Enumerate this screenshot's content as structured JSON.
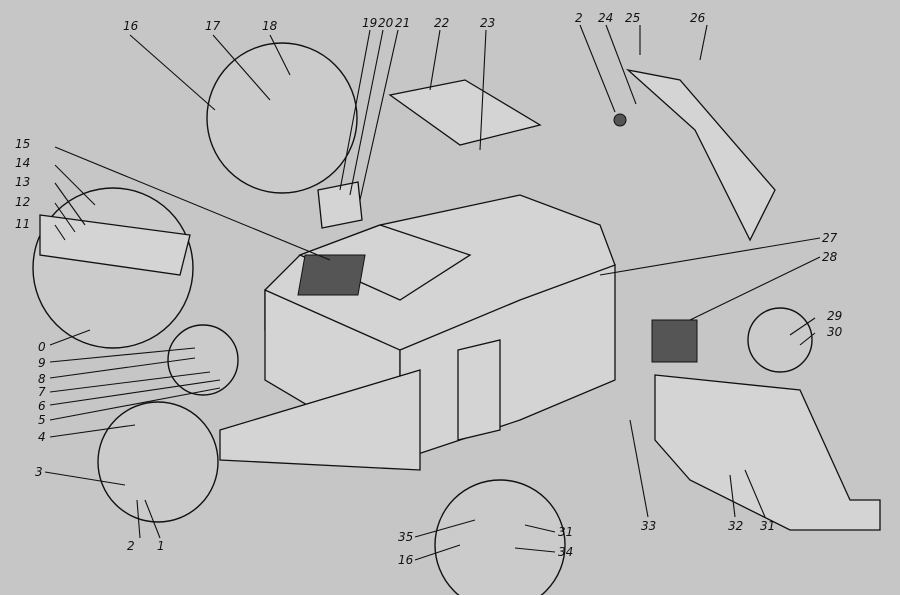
{
  "diagram": {
    "labels": {
      "l16a": "16",
      "l17": "17",
      "l18": "18",
      "l19": "19",
      "l20": "20",
      "l21": "21",
      "l22": "22",
      "l23": "23",
      "l2a": "2",
      "l24": "24",
      "l25": "25",
      "l26": "26",
      "l15": "15",
      "l14": "14",
      "l13": "13",
      "l12": "12",
      "l11": "11",
      "l27": "27",
      "l28": "28",
      "l0": "0",
      "l9": "9",
      "l8": "8",
      "l7": "7",
      "l6": "6",
      "l5": "5",
      "l4": "4",
      "l3": "3",
      "l2b": "2",
      "l1": "1",
      "l29": "29",
      "l30": "30",
      "l33": "33",
      "l32": "32",
      "l31a": "31",
      "l35": "35",
      "l16b": "16",
      "l31b": "31",
      "l34": "34"
    }
  }
}
